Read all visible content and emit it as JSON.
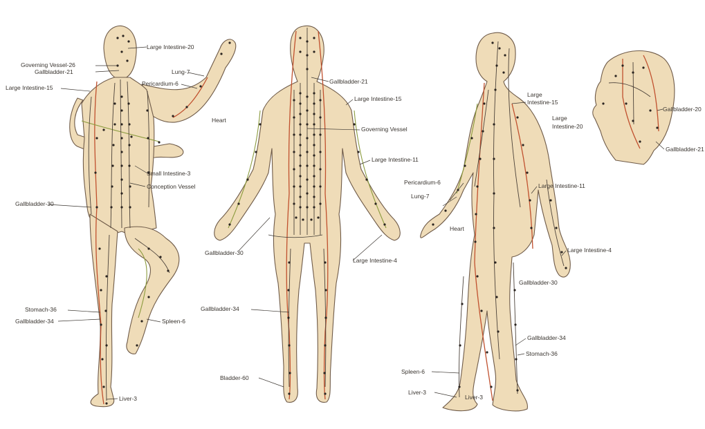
{
  "figure_front": {
    "labels": {
      "large_intestine_20": "Large Intestine-20",
      "governing_vessel_26": "Governing Vessel-26",
      "gallbladder_21": "Gallbladder-21",
      "lung_7": "Lung-7",
      "pericardium_6": "Pericardium-6",
      "large_intestine_15": "Large Intestine-15",
      "heart": "Heart",
      "small_intestine_3": "Small Intestine-3",
      "conception_vessel": "Conception Vessel",
      "gallbladder_30": "Gallbladder-30",
      "stomach_36": "Stomach-36",
      "gallbladder_34": "Gallbladder-34",
      "spleen_6": "Spleen-6",
      "liver_3": "Liver-3"
    }
  },
  "figure_back": {
    "labels": {
      "gallbladder_21": "Gallbladder-21",
      "large_intestine_15": "Large Intestine-15",
      "governing_vessel": "Governing Vessel",
      "large_intestine_11": "Large Intestine-11",
      "gallbladder_30": "Gallbladder-30",
      "large_intestine_4": "Large Intestine-4",
      "gallbladder_34": "Gallbladder-34",
      "bladder_60": "Bladder-60"
    }
  },
  "figure_side": {
    "labels": {
      "large_intestine_15_a": "Large",
      "large_intestine_15_b": "Intestine-15",
      "large_intestine_20_a": "Large",
      "large_intestine_20_b": "Intestine-20",
      "pericardium_6": "Pericardium-6",
      "lung_7": "Lung-7",
      "large_intestine_11": "Large Intestine-11",
      "heart": "Heart",
      "large_intestine_4": "Large Intestine-4",
      "gallbladder_30": "Gallbladder-30",
      "gallbladder_34": "Gallbladder-34",
      "stomach_36": "Stomach-36",
      "spleen_6": "Spleen-6",
      "liver_3_a": "Liver-3",
      "liver_3_b": "Liver-3"
    }
  },
  "figure_head": {
    "labels": {
      "gallbladder_20": "Gallbladder-20",
      "gallbladder_21": "Gallbladder-21"
    }
  }
}
